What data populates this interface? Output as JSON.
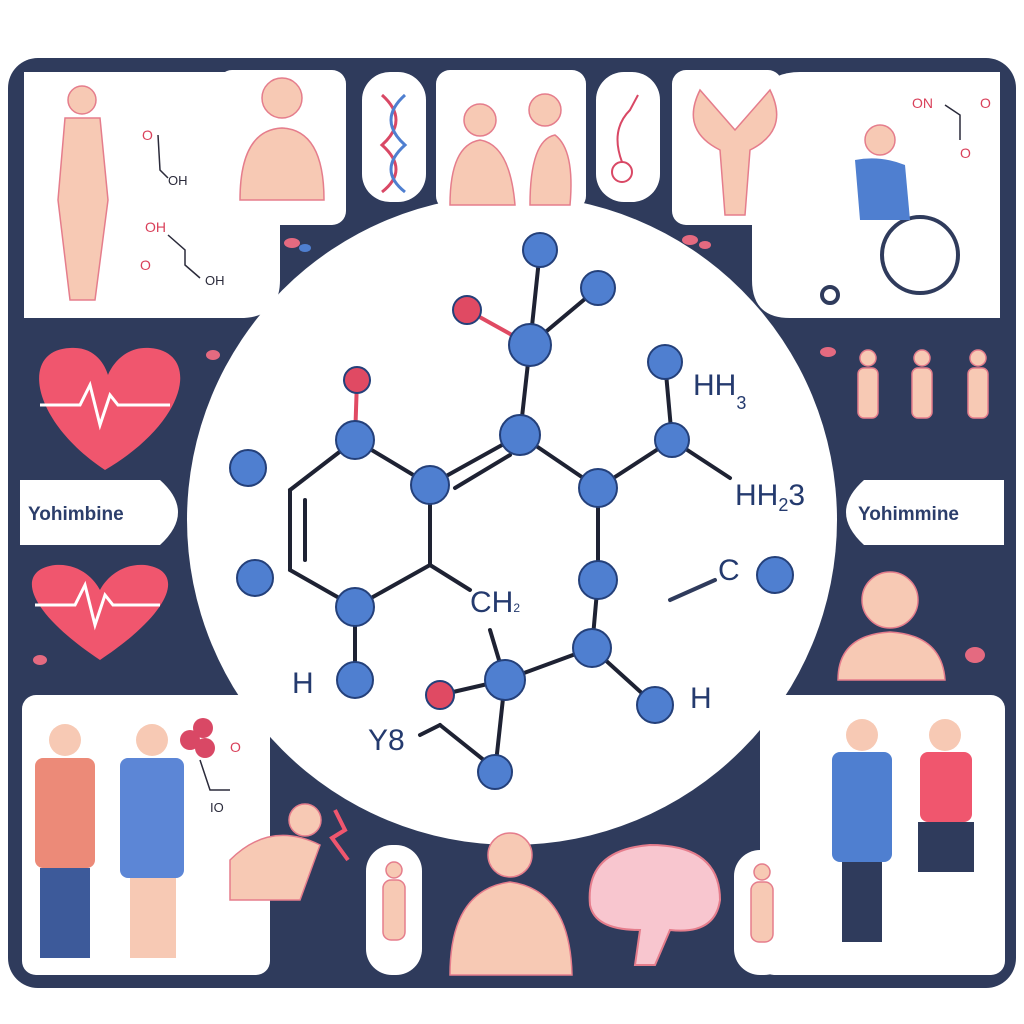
{
  "colors": {
    "frame": "#2f3b5c",
    "atom": "#4f7fd0",
    "oxygen_atom": "#e04a63",
    "bond": "#1e2233",
    "skin": "#f7c9b4",
    "heart": "#f0566e",
    "panel": "#ffffff"
  },
  "labels": {
    "left_name": "Yohimbine",
    "right_name": "Yohimmine"
  },
  "molecule": {
    "hh3_top": "HH",
    "hh3_top_sub": "3",
    "hh23": "HH",
    "hh23_sub": "2",
    "hh23_tail": "3",
    "ch2": "CH",
    "ch2_sub": "2",
    "h_left": "H",
    "h_right": "H",
    "y8": "Y8",
    "c_right": "C"
  },
  "small_formulas": {
    "top_left_oh": "OH",
    "top_left_o": "O",
    "mid_left_oh1": "OH",
    "mid_left_oh2": "OH",
    "mid_left_o": "O",
    "top_right_on": "ON",
    "top_right_o1": "O",
    "top_right_o2": "O",
    "bottom_left_o": "O",
    "bottom_left_io": "IO"
  }
}
